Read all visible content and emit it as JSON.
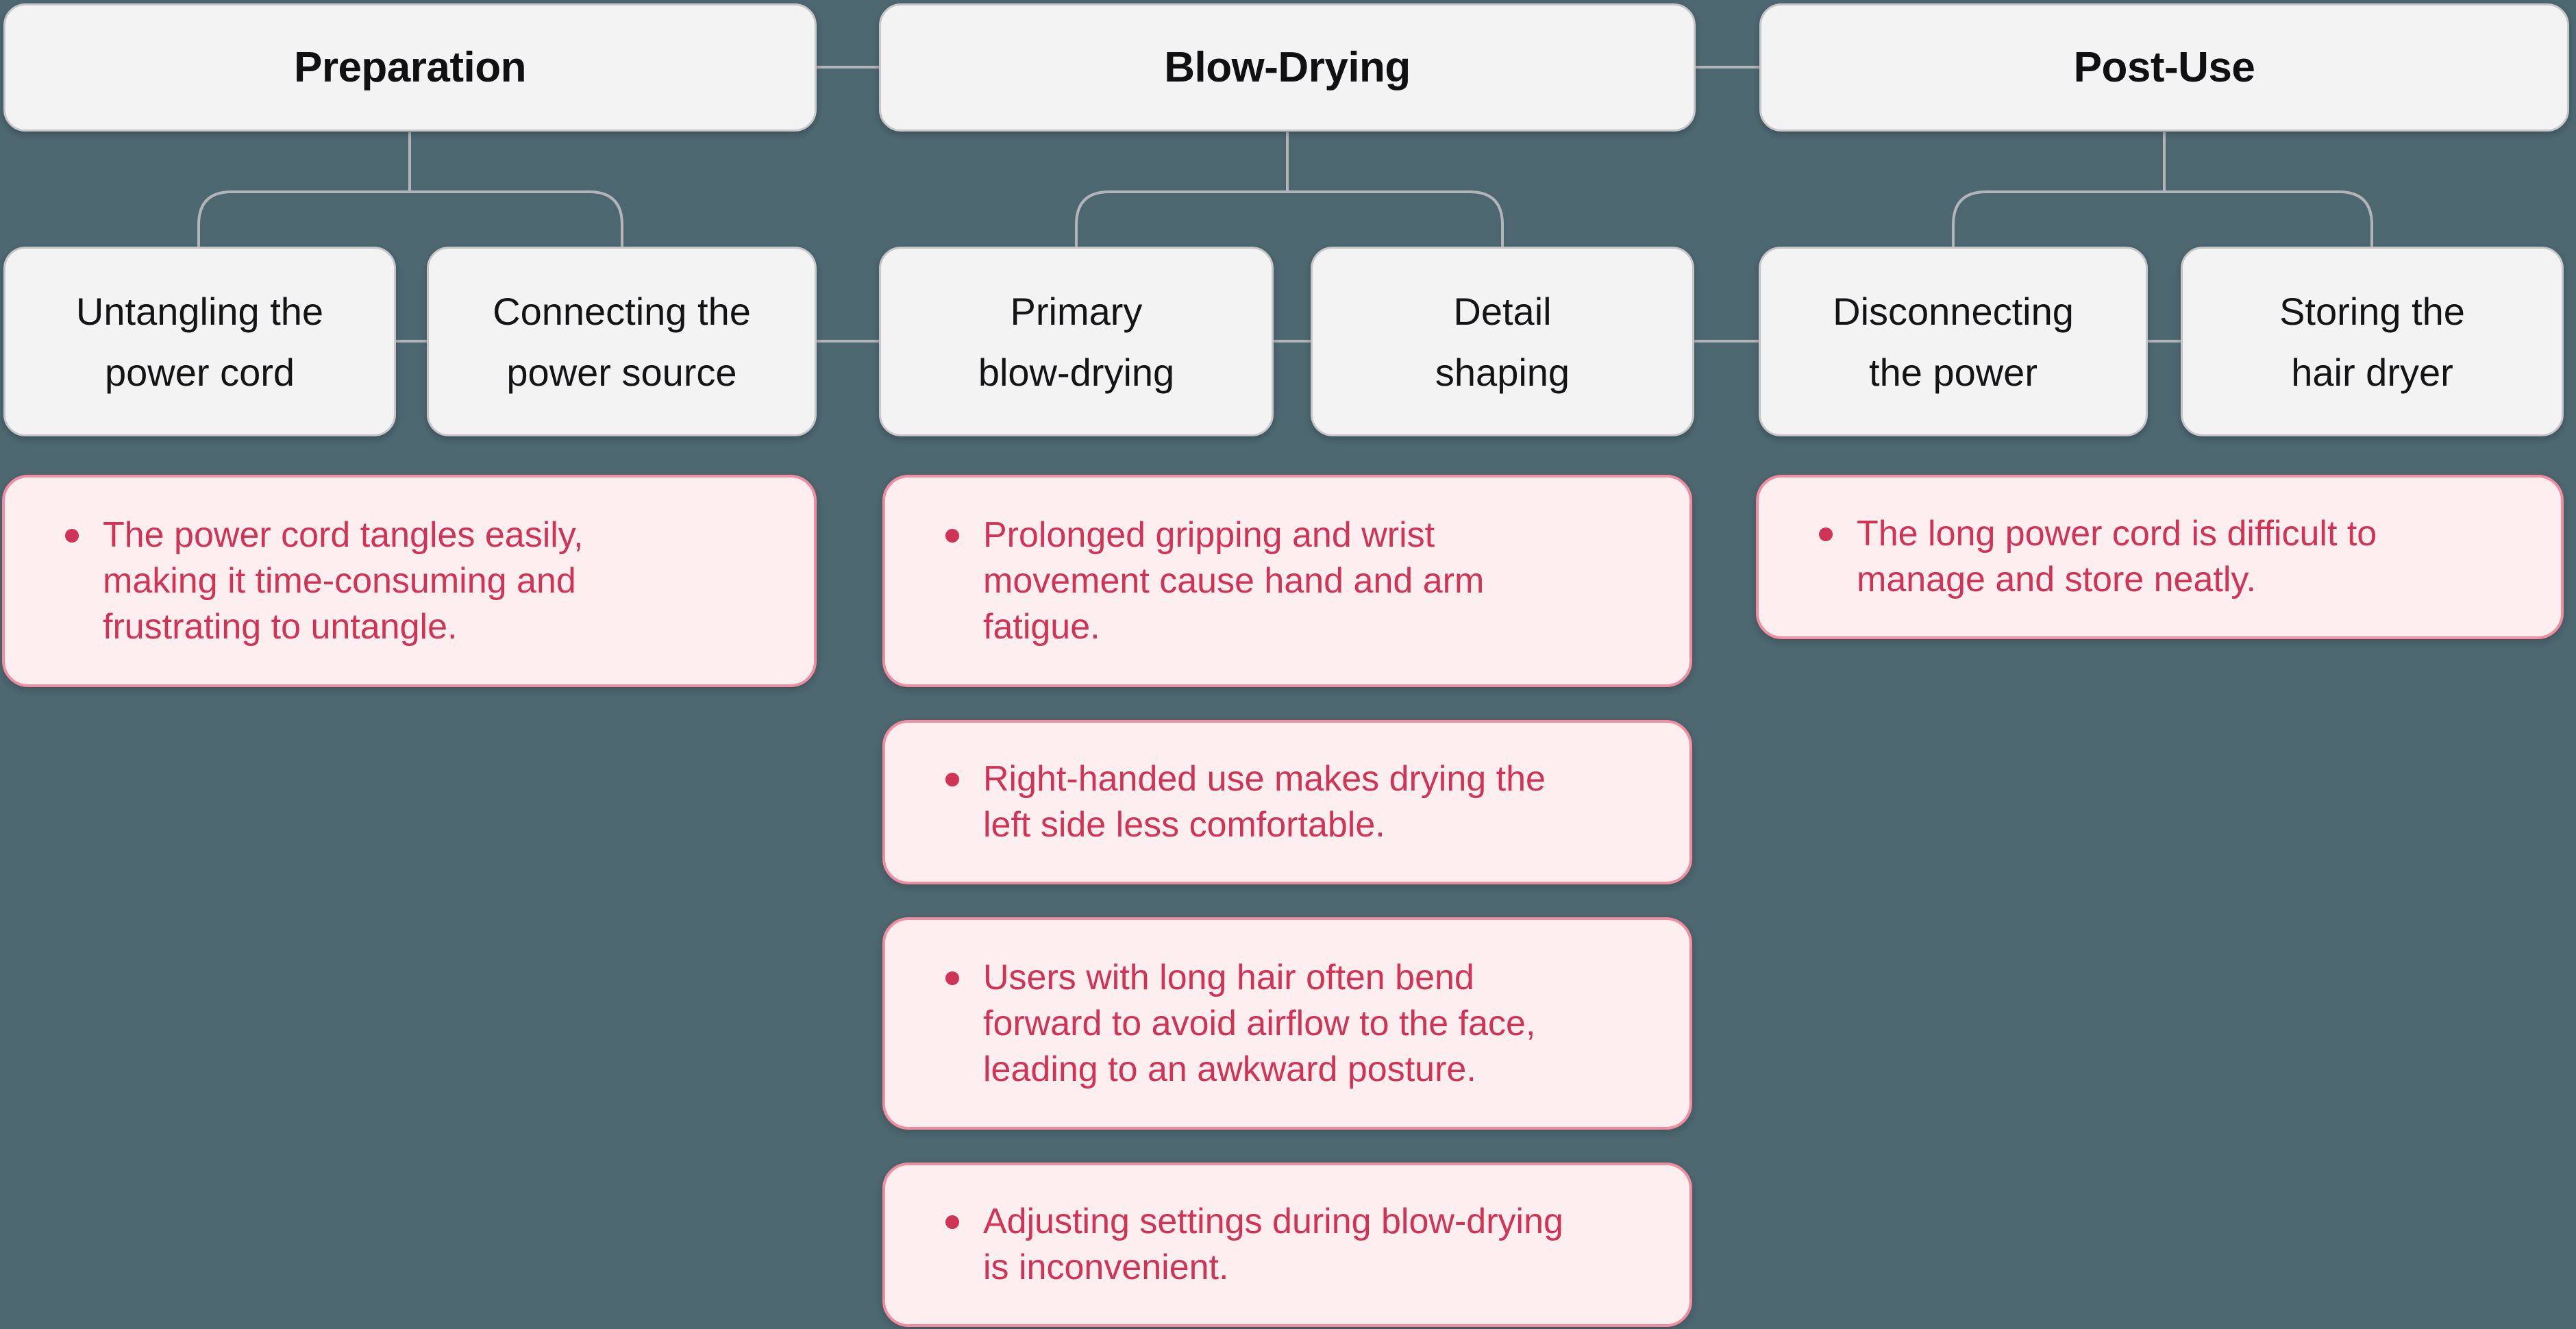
{
  "diagram": {
    "title_row": {
      "stages": [
        {
          "title": "Preparation"
        },
        {
          "title": "Blow-Drying"
        },
        {
          "title": "Post-Use"
        }
      ]
    },
    "stages": [
      {
        "title": "Preparation",
        "steps": [
          "Untangling the\npower cord",
          "Connecting the\npower source"
        ],
        "pain_points": [
          "The power cord tangles easily,\nmaking it time-consuming and\nfrustrating to untangle."
        ]
      },
      {
        "title": "Blow-Drying",
        "steps": [
          "Primary\nblow-drying",
          "Detail\nshaping"
        ],
        "pain_points": [
          "Prolonged gripping and wrist\nmovement cause hand and arm\nfatigue.",
          "Right-handed use makes drying the\nleft side less comfortable.",
          "Users with long hair often bend\nforward to avoid airflow to the face,\nleading to an awkward posture.",
          "Adjusting settings during blow-drying\nis inconvenient."
        ]
      },
      {
        "title": "Post-Use",
        "steps": [
          "Disconnecting\nthe power",
          "Storing the\nhair dryer"
        ],
        "pain_points": [
          "The long power cord is difficult to\nmanage and store neatly."
        ]
      }
    ],
    "colors": {
      "background": "#4C6770",
      "node_fill": "#F3F3F4",
      "node_border": "#C7C6C8",
      "connector": "#B3B4B7",
      "pain_fill": "#FDEEF0",
      "pain_border": "#F28DA0",
      "pain_text": "#D03355",
      "node_text": "#141416"
    }
  }
}
